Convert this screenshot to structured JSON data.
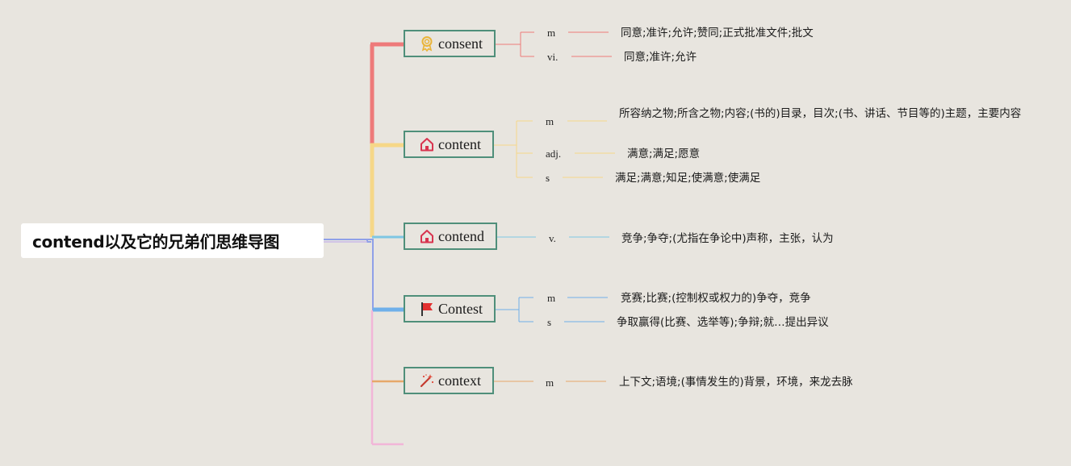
{
  "root": {
    "title": "contend以及它的兄弟们思维导图"
  },
  "branches": [
    {
      "word": "consent",
      "icon": "award-ribbon-icon",
      "color": "#ee7a7a",
      "senses": [
        {
          "pos": "m",
          "def": "同意;准许;允许;赞同;正式批准文件;批文"
        },
        {
          "pos": "vi.",
          "def": "同意;准许;允许"
        }
      ]
    },
    {
      "word": "content",
      "icon": "home-icon",
      "color": "#f6d788",
      "senses": [
        {
          "pos": "m",
          "def": "所容纳之物;所含之物;内容;(书的)目录，目次;(书、讲话、节目等的)主题，主要内容"
        },
        {
          "pos": "adj.",
          "def": "满意;满足;愿意"
        },
        {
          "pos": "s",
          "def": "满足;满意;知足;使满意;使满足"
        }
      ]
    },
    {
      "word": "contend",
      "icon": "home-icon",
      "color": "#7ec6e3",
      "senses": [
        {
          "pos": "v.",
          "def": "竞争;争夺;(尤指在争论中)声称，主张，认为"
        }
      ]
    },
    {
      "word": "Contest",
      "icon": "red-flag-icon",
      "color": "#6fb0ea",
      "senses": [
        {
          "pos": "m",
          "def": "竞赛;比赛;(控制权或权力的)争夺，竞争"
        },
        {
          "pos": "s",
          "def": "争取赢得(比赛、选举等);争辩;就…提出异议"
        }
      ]
    },
    {
      "word": "context",
      "icon": "magic-wand-icon",
      "color": "#e6a86a",
      "senses": [
        {
          "pos": "m",
          "def": "上下文;语境;(事情发生的)背景，环境，来龙去脉"
        }
      ]
    }
  ]
}
